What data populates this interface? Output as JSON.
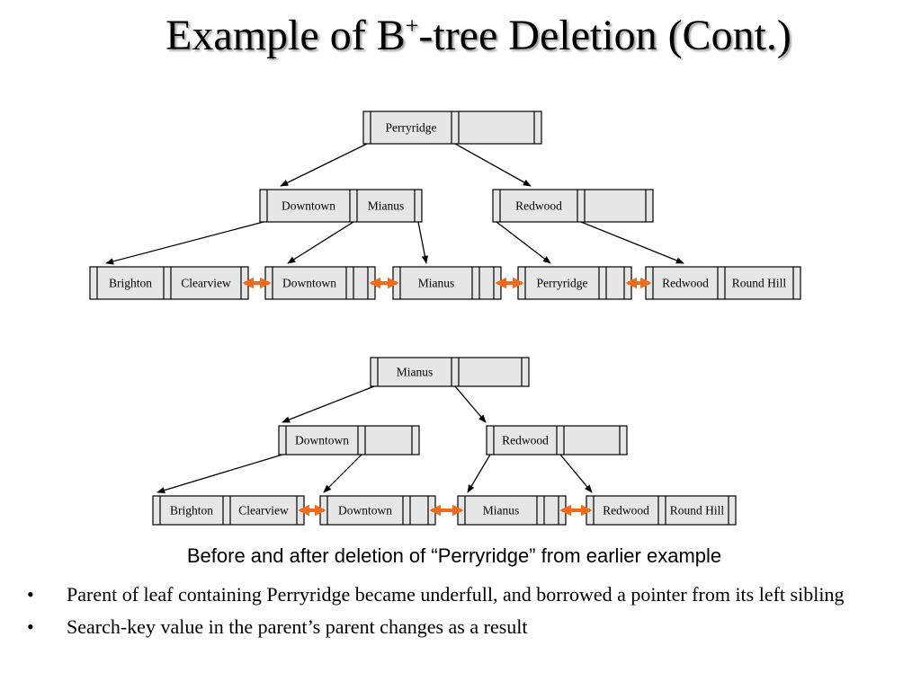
{
  "title": {
    "main": "Example of B",
    "sup": "+",
    "rest": "-tree Deletion (Cont.)"
  },
  "caption": "Before and after deletion of “Perryridge” from earlier example",
  "bullets": [
    {
      "marker": "•",
      "text": "Parent  of leaf containing Perryridge became underfull, and borrowed a pointer from its left sibling"
    },
    {
      "marker": "•",
      "text": "Search-key value in the parent’s parent changes as a result"
    }
  ],
  "colors": {
    "node_fill": "#e6e6e6",
    "stroke": "#000000",
    "sibling_arrow": "#f26a1b"
  },
  "before": {
    "root": [
      "Perryridge",
      ""
    ],
    "internal": [
      [
        "Downtown",
        "Mianus"
      ],
      [
        "Redwood",
        ""
      ]
    ],
    "leaves": [
      [
        "Brighton",
        "Clearview"
      ],
      [
        "Downtown",
        ""
      ],
      [
        "Mianus",
        ""
      ],
      [
        "Perryridge",
        ""
      ],
      [
        "Redwood",
        "Round Hill"
      ]
    ]
  },
  "after": {
    "root": [
      "Mianus",
      ""
    ],
    "internal": [
      [
        "Downtown",
        ""
      ],
      [
        "Redwood",
        ""
      ]
    ],
    "leaves": [
      [
        "Brighton",
        "Clearview"
      ],
      [
        "Downtown",
        ""
      ],
      [
        "Mianus",
        ""
      ],
      [
        "Redwood",
        "Round Hill"
      ]
    ]
  }
}
